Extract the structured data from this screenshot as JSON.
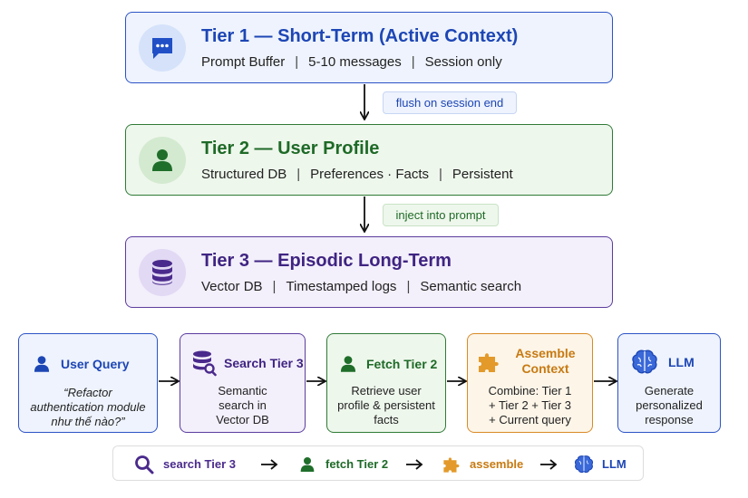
{
  "tiers": [
    {
      "title": "Tier 1 — Short-Term (Active Context)",
      "details": [
        "Prompt Buffer",
        "5-10 messages",
        "Session only"
      ],
      "icon": "chat-bubble-icon",
      "color": "#2c53c6"
    },
    {
      "title": "Tier 2 — User Profile",
      "details": [
        "Structured DB",
        "Preferences · Facts",
        "Persistent"
      ],
      "icon": "user-icon",
      "color": "#2f7a36"
    },
    {
      "title": "Tier 3 — Episodic Long-Term",
      "details": [
        "Vector DB",
        "Timestamped logs",
        "Semantic search"
      ],
      "icon": "database-icon",
      "color": "#5b3d9e"
    }
  ],
  "separator": "|",
  "connectors": {
    "flush": "flush on session end",
    "inject": "inject into prompt"
  },
  "flow": [
    {
      "title": "User Query",
      "body": "“Refactor authentication module như thế nào?”",
      "icon": "user-icon",
      "color": "#2c53c6"
    },
    {
      "title": "Search Tier 3",
      "body": "Semantic search in Vector DB",
      "icon": "database-search-icon",
      "color": "#5b3d9e"
    },
    {
      "title": "Fetch Tier 2",
      "body": "Retrieve user profile & persistent facts",
      "icon": "user-icon",
      "color": "#2f7a36"
    },
    {
      "title": "Assemble Context",
      "body": "Combine: Tier 1 + Tier 2 + Tier 3 + Current query",
      "icon": "puzzle-icon",
      "color": "#d98a26"
    },
    {
      "title": "LLM",
      "body": "Generate personalized response",
      "icon": "brain-icon",
      "color": "#2c53c6"
    }
  ],
  "legend": [
    {
      "label": "search Tier 3",
      "icon": "search-icon",
      "color": "#4a2a8c"
    },
    {
      "label": "fetch Tier 2",
      "icon": "user-icon",
      "color": "#1e6a27"
    },
    {
      "label": "assemble",
      "icon": "puzzle-icon",
      "color": "#d98a26"
    },
    {
      "label": "LLM",
      "icon": "brain-icon",
      "color": "#1d46b5"
    }
  ]
}
